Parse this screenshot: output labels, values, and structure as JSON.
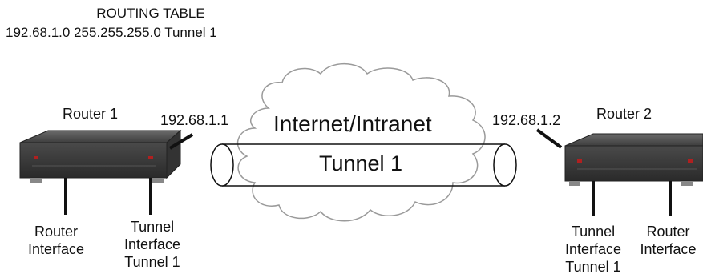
{
  "routing_table": {
    "title": "ROUTING TABLE",
    "entry": "192.68.1.0 255.255.255.0 Tunnel 1"
  },
  "cloud": {
    "label": "Internet/Intranet"
  },
  "tunnel": {
    "label": "Tunnel 1"
  },
  "router1": {
    "name": "Router 1",
    "ip": "192.68.1.1",
    "router_interface": [
      "Router",
      "Interface"
    ],
    "tunnel_interface": [
      "Tunnel",
      "Interface",
      "Tunnel 1"
    ]
  },
  "router2": {
    "name": "Router 2",
    "ip": "192.68.1.2",
    "router_interface": [
      "Router",
      "Interface"
    ],
    "tunnel_interface": [
      "Tunnel",
      "Interface",
      "Tunnel 1"
    ]
  },
  "colors": {
    "line": "#111111",
    "cloud_stroke": "#a0a0a0",
    "router_dark": "#3a3a3a",
    "router_top": "#5a5a5a"
  }
}
